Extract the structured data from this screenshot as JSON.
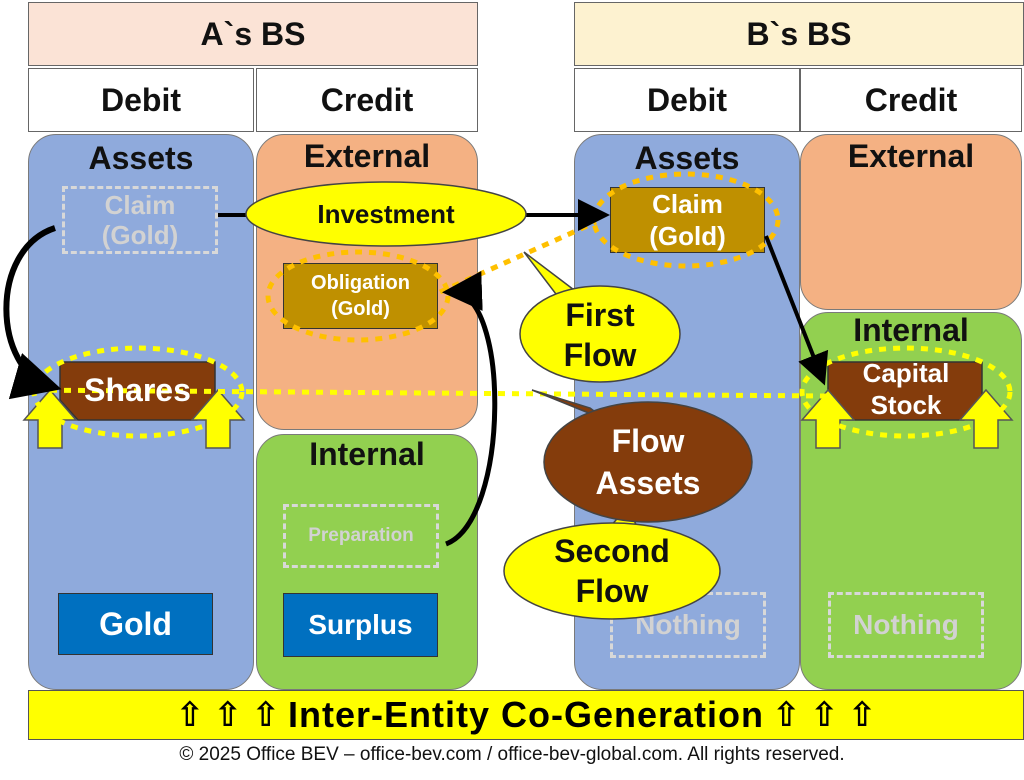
{
  "a_bs": {
    "title": "A`s BS",
    "debit": "Debit",
    "credit": "Credit",
    "assets": "Assets",
    "claim": "Claim (Gold)",
    "shares": "Shares",
    "gold": "Gold",
    "external": "External",
    "obligation": "Obligation (Gold)",
    "internal": "Internal",
    "preparation": "Preparation",
    "surplus": "Surplus"
  },
  "b_bs": {
    "title": "B`s BS",
    "debit": "Debit",
    "credit": "Credit",
    "assets": "Assets",
    "claim": "Claim (Gold)",
    "nothing_left": "Nothing",
    "external": "External",
    "internal": "Internal",
    "capital_stock": "Capital Stock",
    "nothing_right": "Nothing"
  },
  "callouts": {
    "investment": "Investment",
    "first_flow": "First Flow",
    "flow_assets": "Flow Assets",
    "second_flow": "Second Flow"
  },
  "banner": {
    "text": "Inter-Entity Co-Generation",
    "arrows_left": "⇧ ⇧ ⇧",
    "arrows_right": "⇧ ⇧ ⇧"
  },
  "footer": "© 2025 Office BEV – office-bev.com / office-bev-global.com. All rights reserved.",
  "colors": {
    "header_a": "#fbe3d6",
    "header_b": "#fdf2d0",
    "assets_blue": "#8faadc",
    "external_orange": "#f4b183",
    "internal_green": "#92d050",
    "gold_box": "#bf9000",
    "brown": "#843c0c",
    "blue_box": "#0070c0",
    "yellow": "#ffff00"
  }
}
